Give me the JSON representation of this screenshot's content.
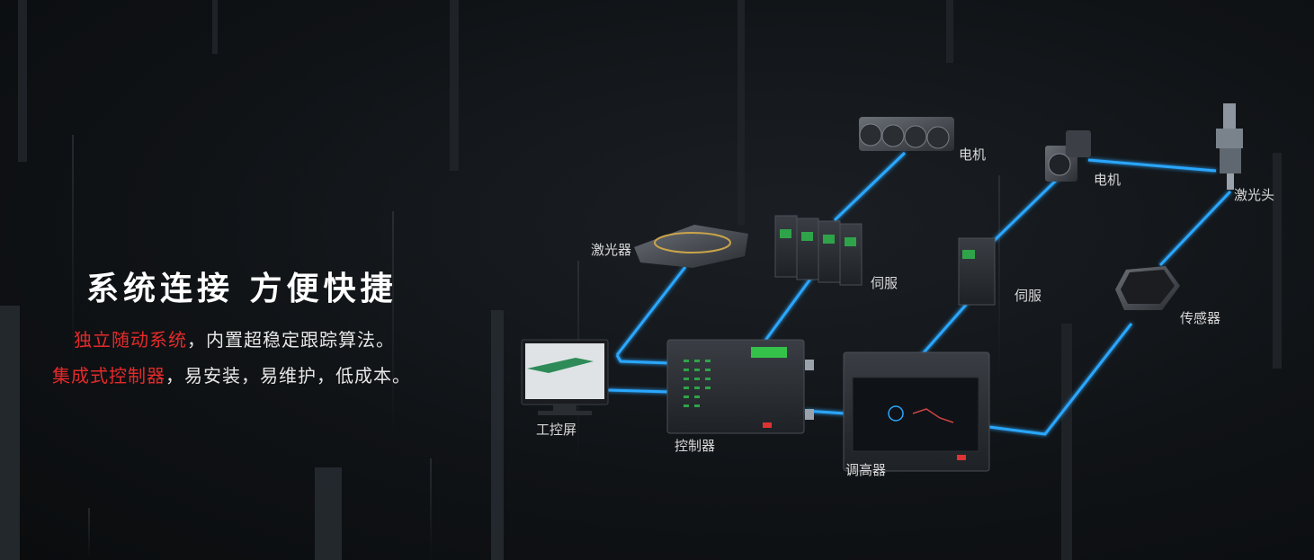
{
  "headline": "系统连接 方便快捷",
  "line1": {
    "highlight": "独立随动系统",
    "rest": "，内置超稳定跟踪算法。"
  },
  "line2": {
    "highlight": "集成式控制器",
    "rest": "，易安装，易维护，低成本。"
  },
  "nodes": {
    "motor_left": "电机",
    "motor_right": "电机",
    "laser_head": "激光头",
    "laser": "激光器",
    "servo_left": "伺服",
    "servo_right": "伺服",
    "sensor": "传感器",
    "screen": "工控屏",
    "controller": "控制器",
    "height_controller": "调高器"
  },
  "colors": {
    "highlight": "#e52a2a",
    "connection": "#2aa7ff"
  }
}
